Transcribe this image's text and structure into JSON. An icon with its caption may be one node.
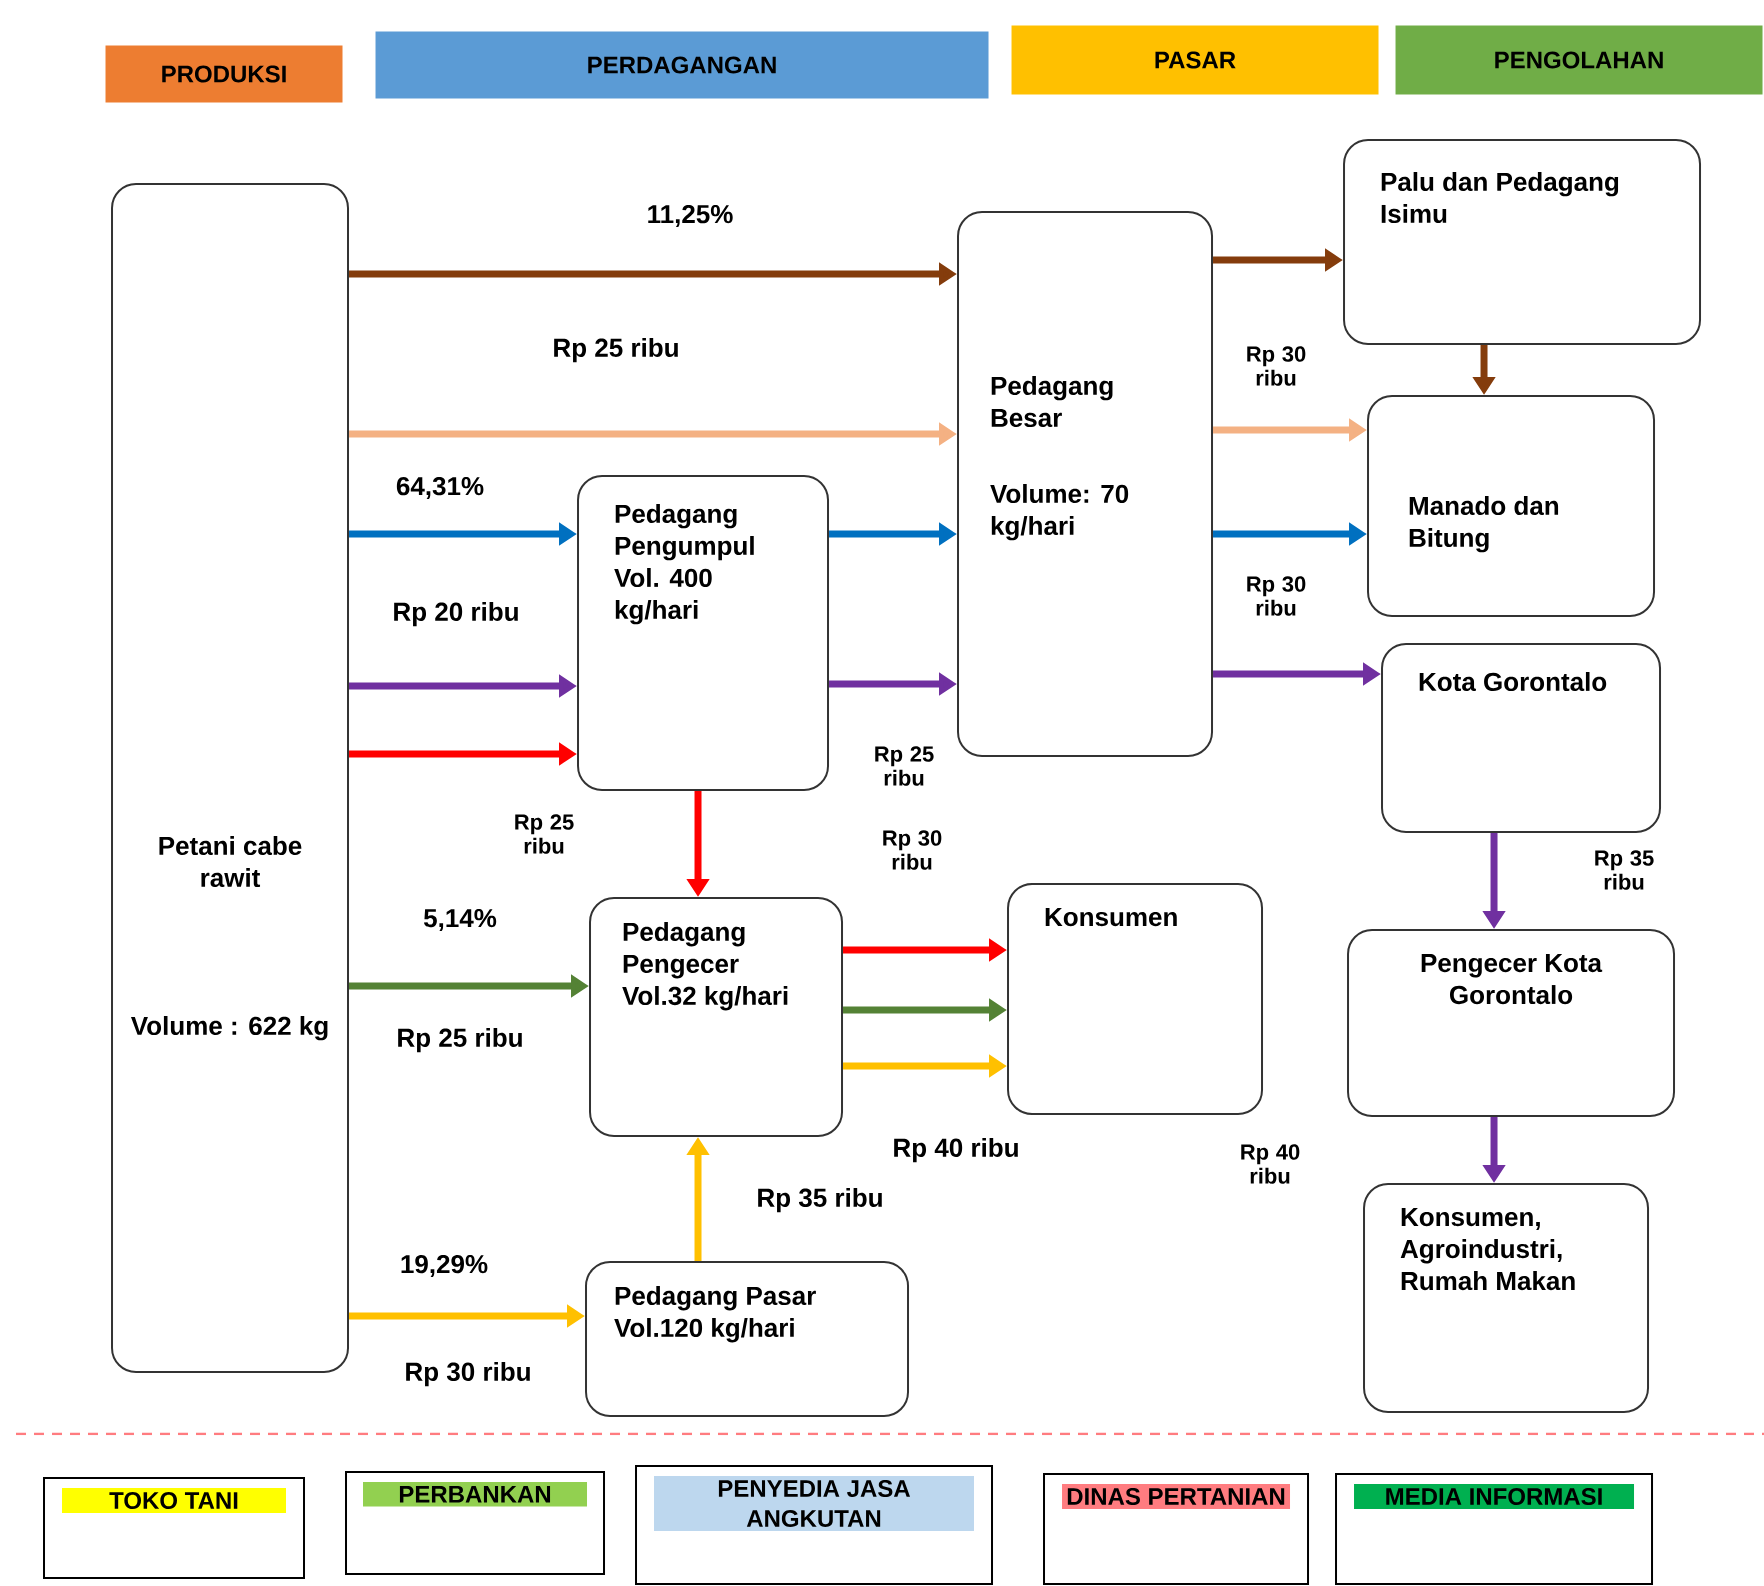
{
  "diagram": {
    "nodes": [
      {
        "text": [
          "PRODUKSI"
        ]
      },
      {
        "text": [
          "PERDAGANGAN"
        ]
      },
      {
        "text": [
          "PASAR"
        ]
      },
      {
        "text": [
          "PENGOLAHAN"
        ]
      },
      {
        "text": [
          "Petani cabe rawit",
          "Volume : 622 kg"
        ]
      },
      {
        "text": [
          "Pedagang Pengumpul Vol. 400 kg/hari"
        ]
      },
      {
        "text": [
          "Pedagang Besar",
          "Volume: 70 kg/hari"
        ]
      },
      {
        "text": [
          "Palu dan Pedagang  Isimu"
        ]
      },
      {
        "text": [
          "Manado dan Bitung"
        ]
      },
      {
        "text": [
          "Kota Gorontalo"
        ]
      },
      {
        "text": [
          "Pedagang Pengecer Vol.32 kg/hari"
        ]
      },
      {
        "text": [
          "Konsumen"
        ]
      },
      {
        "text": [
          "Pengecer Kota Gorontalo"
        ]
      },
      {
        "text": [
          "Pedagang Pasar Vol.120 kg/hari"
        ]
      },
      {
        "text": [
          "Konsumen, Agroindustri, Rumah Makan"
        ]
      },
      {
        "text": [
          "TOKO TANI"
        ]
      },
      {
        "text": [
          "PERBANKAN"
        ]
      },
      {
        "text": [
          "PENYEDIA JASA ANGKUTAN"
        ]
      },
      {
        "text": [
          "DINAS PERTANIAN"
        ]
      },
      {
        "text": [
          "MEDIA INFORMASI"
        ]
      }
    ],
    "edges": [
      {
        "from": 4,
        "to": 6,
        "arrow": "to",
        "color": "#843c0c"
      },
      {
        "from": 4,
        "to": 6,
        "arrow": "to",
        "color": "#f4b183"
      },
      {
        "from": 4,
        "to": 5,
        "arrow": "to",
        "color": "#0070c0"
      },
      {
        "from": 4,
        "to": 5,
        "arrow": "to",
        "color": "#7030a0"
      },
      {
        "from": 4,
        "to": 5,
        "arrow": "to",
        "color": "#ff0000"
      },
      {
        "from": 6,
        "to": 7,
        "arrow": "to",
        "color": "#843c0c"
      },
      {
        "from": 6,
        "to": 8,
        "arrow": "to",
        "color": "#f4b183"
      },
      {
        "from": 5,
        "to": 6,
        "arrow": "to",
        "color": "#0070c0"
      },
      {
        "from": 6,
        "to": 8,
        "arrow": "to",
        "color": "#0070c0"
      },
      {
        "from": 5,
        "to": 6,
        "arrow": "to",
        "color": "#7030a0"
      },
      {
        "from": 6,
        "to": 9,
        "arrow": "to",
        "color": "#7030a0"
      },
      {
        "from": 7,
        "to": 8,
        "arrow": "to",
        "color": "#843c0c"
      },
      {
        "from": 5,
        "to": 10,
        "arrow": "to",
        "color": "#ff0000"
      },
      {
        "from": 4,
        "to": 10,
        "arrow": "to",
        "color": "#548235"
      },
      {
        "from": 4,
        "to": 13,
        "arrow": "to",
        "color": "#ffc000"
      },
      {
        "from": 13,
        "to": 10,
        "arrow": "to",
        "color": "#ffc000"
      },
      {
        "from": 10,
        "to": 11,
        "arrow": "to",
        "color": "#ff0000"
      },
      {
        "from": 10,
        "to": 11,
        "arrow": "to",
        "color": "#548235"
      },
      {
        "from": 10,
        "to": 11,
        "arrow": "to",
        "color": "#ffc000"
      },
      {
        "from": 9,
        "to": 12,
        "arrow": "to",
        "color": "#7030a0"
      },
      {
        "from": 12,
        "to": 14,
        "arrow": "to",
        "color": "#7030a0"
      }
    ],
    "labels": [
      "11,25%",
      "Rp 25 ribu",
      "Rp 30 ribu",
      "64,31%",
      "Rp 20 ribu",
      "Rp 30 ribu",
      "Rp 25 ribu",
      "Rp 25 ribu",
      "Rp 30 ribu",
      "Rp 35 ribu",
      "5,14%",
      "Rp 25 ribu",
      "Rp 40 ribu",
      "Rp 40 ribu",
      "Rp 35 ribu",
      "19,29%",
      "Rp 30 ribu"
    ]
  }
}
